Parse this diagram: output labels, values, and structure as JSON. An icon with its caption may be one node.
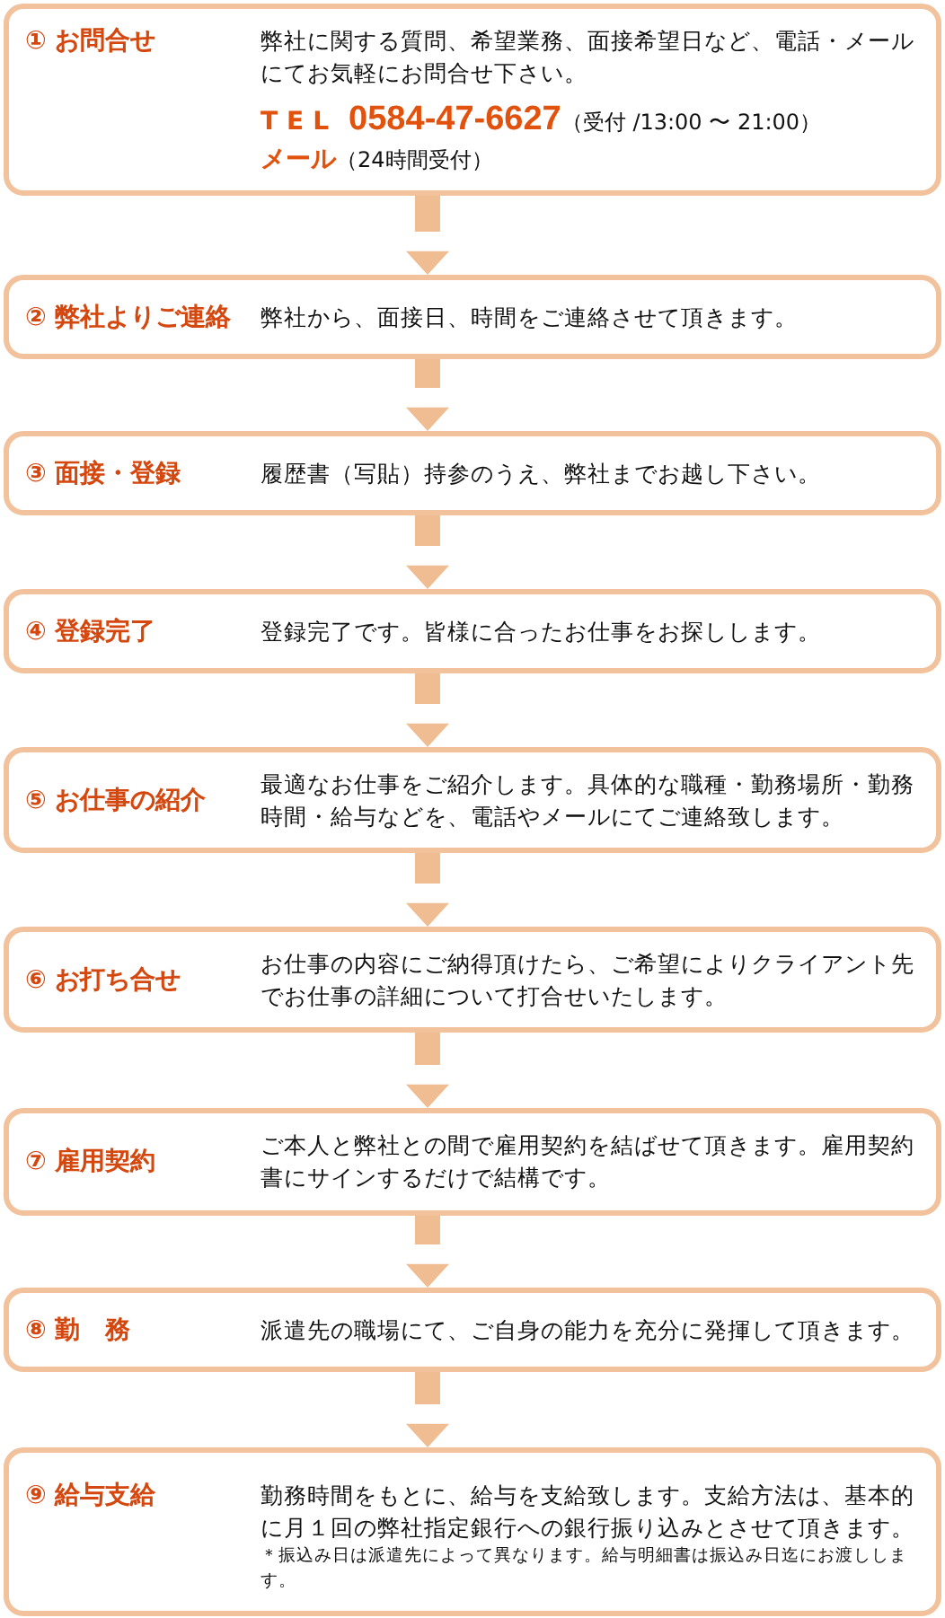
{
  "diagram": {
    "nodes": [
      {
        "text": [
          "① お問合せ",
          "弊社に関する質問、希望業務、面接希望日など、電話・メールにてお気軽にお問合せ下さい。",
          "TEL",
          "0584-47-6627",
          "（受付 /13:00 〜 21:00）",
          "メール",
          "（24時間受付）"
        ]
      },
      {
        "text": [
          "② 弊社よりご連絡",
          "弊社から、面接日、時間をご連絡させて頂きます。"
        ]
      },
      {
        "text": [
          "③ 面接・登録",
          "履歴書（写貼）持参のうえ、弊社までお越し下さい。"
        ]
      },
      {
        "text": [
          "④ 登録完了",
          "登録完了です。皆様に合ったお仕事をお探しします。"
        ]
      },
      {
        "text": [
          "⑤ お仕事の紹介",
          "最適なお仕事をご紹介します。具体的な職種・勤務場所・勤務時間・給与などを、電話やメールにてご連絡致します。"
        ]
      },
      {
        "text": [
          "⑥ お打ち合せ",
          "お仕事の内容にご納得頂けたら、ご希望によりクライアント先でお仕事の詳細について打合せいたします。"
        ]
      },
      {
        "text": [
          "⑦ 雇用契約",
          "ご本人と弊社との間で雇用契約を結ばせて頂きます。雇用契約書にサインするだけで結構です。"
        ]
      },
      {
        "text": [
          "⑧ 勤　務",
          "派遣先の職場にて、ご自身の能力を充分に発揮して頂きます。"
        ]
      },
      {
        "text": [
          "⑨ 給与支給",
          "勤務時間をもとに、給与を支給致します。支給方法は、基本的に月１回の弊社指定銀行への銀行振り込みとさせて頂きます。",
          "＊振込み日は派遣先によって異なります。給与明細書は振込み日迄にお渡しします。"
        ]
      }
    ],
    "edges": [
      {
        "from": 0,
        "to": 1,
        "arrow": "to"
      },
      {
        "from": 1,
        "to": 2,
        "arrow": "to"
      },
      {
        "from": 2,
        "to": 3,
        "arrow": "to"
      },
      {
        "from": 3,
        "to": 4,
        "arrow": "to"
      },
      {
        "from": 4,
        "to": 5,
        "arrow": "to"
      },
      {
        "from": 5,
        "to": 6,
        "arrow": "to"
      },
      {
        "from": 6,
        "to": 7,
        "arrow": "to"
      },
      {
        "from": 7,
        "to": 8,
        "arrow": "to"
      }
    ]
  }
}
